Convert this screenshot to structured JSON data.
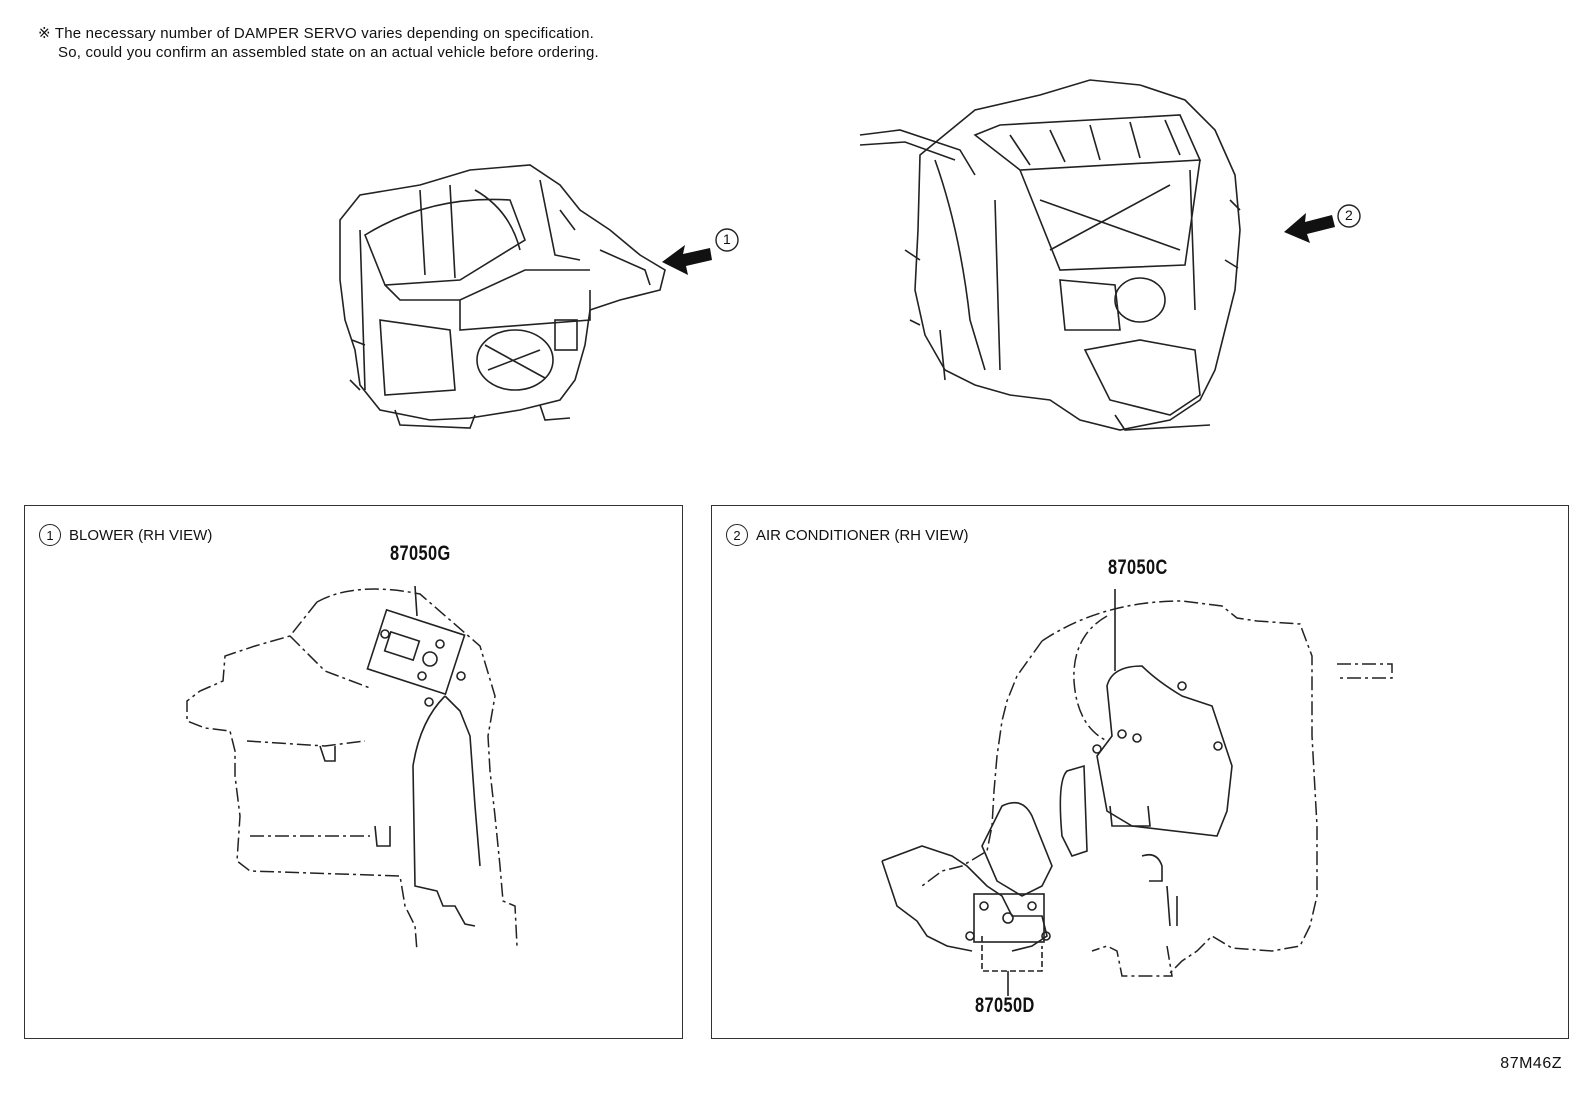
{
  "note": {
    "line1": "※ The necessary number of DAMPER SERVO varies depending on specification.",
    "line2": "So, could you confirm an assembled state on an actual vehicle before ordering."
  },
  "callouts": {
    "c1": "1",
    "c2": "2"
  },
  "panel1": {
    "num": "1",
    "title": "BLOWER (RH VIEW)",
    "part": "87050G"
  },
  "panel2": {
    "num": "2",
    "title": "AIR CONDITIONER (RH VIEW)",
    "part_top": "87050C",
    "part_bottom": "87050D"
  },
  "ref_code": "87M46Z"
}
